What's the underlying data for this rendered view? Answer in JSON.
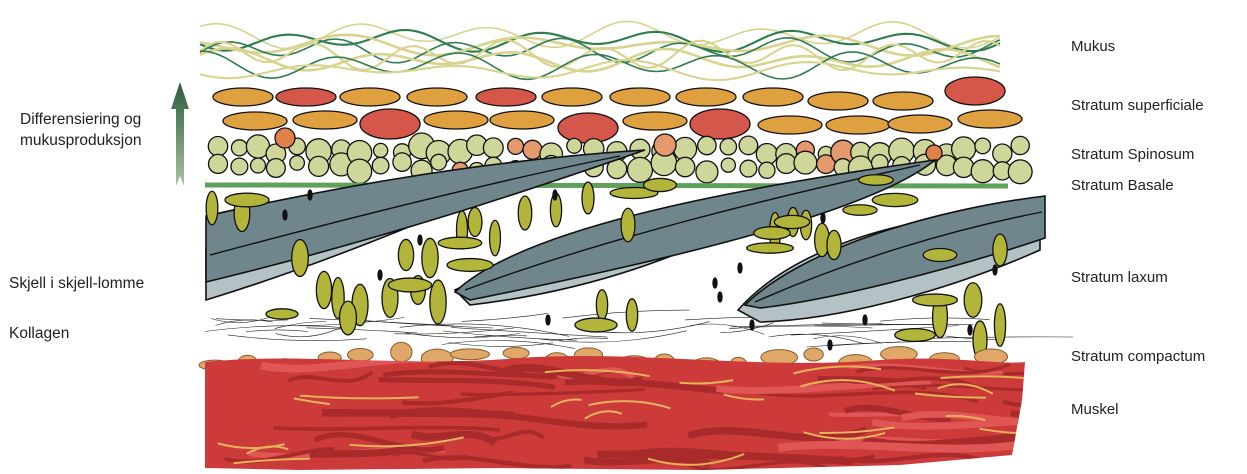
{
  "diagram": {
    "left_labels": {
      "differentiation": [
        "Differensiering og",
        "mukusproduksjon"
      ],
      "scale_in_pocket": "Skjell i skjell-lomme",
      "collagen": "Kollagen"
    },
    "right_labels": {
      "mucus": "Mukus",
      "stratum_superficiale": "Stratum superficiale",
      "stratum_spinosum": "Stratum Spinosum",
      "stratum_basale": "Stratum Basale",
      "stratum_laxum": "Stratum laxum",
      "stratum_compactum": "Stratum compactum",
      "muscle": "Muskel"
    },
    "colors": {
      "mucus_green": "#2e7d4f",
      "mucus_yellow": "#d8d38e",
      "flat_cell_orange": "#dfa040",
      "flat_cell_red": "#d4574a",
      "round_cell": "#cfd69a",
      "basal_line": "#5fa15a",
      "scale_dark": "#6e868c",
      "scale_light": "#b4c2c6",
      "fibroblast": "#b3b53a",
      "muscle_red": "#cc3a3a",
      "muscle_fiber": "#e4b25a",
      "arrow_top": "#2a5c3b",
      "arrow_bottom": "#a9c2a2"
    }
  }
}
